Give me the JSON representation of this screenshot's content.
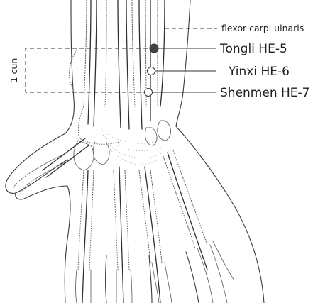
{
  "labels": {
    "muscle": "flexor carpi ulnaris",
    "point1": "Tongli HE-5",
    "point2": "Yinxi HE-6",
    "point3": "Shenmen HE-7",
    "measure": "1 cun"
  },
  "colors": {
    "line": "#333333",
    "point_filled": "#444444",
    "point_open": "#ffffff"
  }
}
